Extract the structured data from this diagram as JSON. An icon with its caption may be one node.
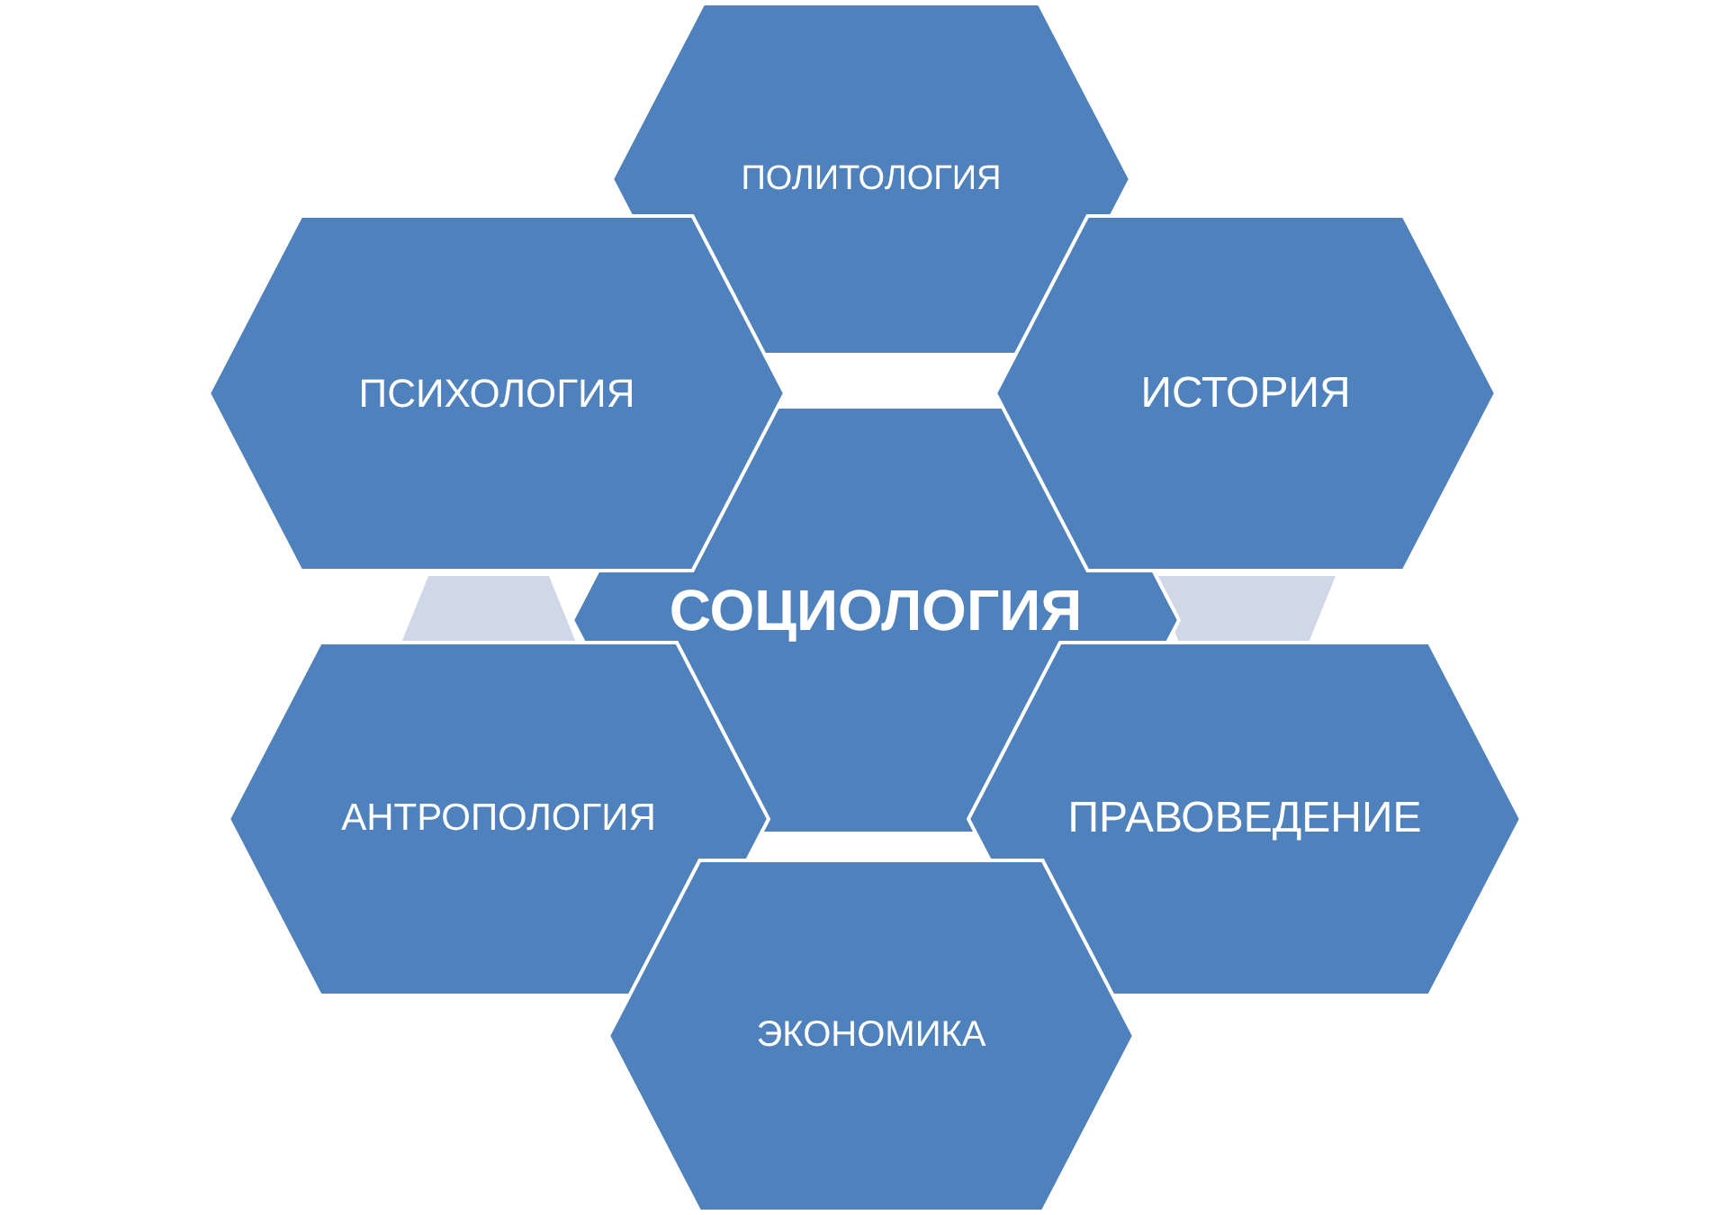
{
  "diagram": {
    "nodes": [
      {
        "text": [
          "ПОЛИТОЛОГИЯ"
        ]
      },
      {
        "text": [
          "ПСИХОЛОГИЯ"
        ]
      },
      {
        "text": [
          "ИСТОРИЯ"
        ]
      },
      {
        "text": [
          "СОЦИОЛОГИЯ"
        ]
      },
      {
        "text": [
          "АНТРОПОЛОГИЯ"
        ]
      },
      {
        "text": [
          "ПРАВОВЕДЕНИЕ"
        ]
      },
      {
        "text": [
          "ЭКОНОМИКА"
        ]
      },
      {
        "text": [],
        "shape": "trapezoid"
      },
      {
        "text": [],
        "shape": "trapezoid"
      }
    ]
  }
}
